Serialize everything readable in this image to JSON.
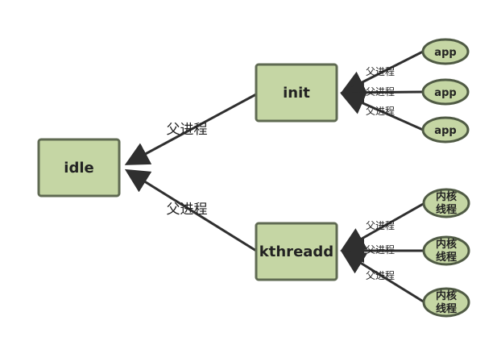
{
  "nodes": {
    "idle": "idle",
    "init": "init",
    "kthreadd": "kthreadd",
    "app": [
      "app",
      "app",
      "app"
    ],
    "kernel_thread_line1": [
      "内核",
      "内核",
      "内核"
    ],
    "kernel_thread_line2": [
      "线程",
      "线程",
      "线程"
    ]
  },
  "edges": {
    "init_to_idle": "父进程",
    "kthreadd_to_idle": "父进程",
    "app_to_init": [
      "父进程",
      "父进程",
      "父进程"
    ],
    "kernel_to_kthreadd": [
      "父进程",
      "父进程",
      "父进程"
    ]
  },
  "colors": {
    "node_fill": "#c5d6a4",
    "node_border": "#5f6a52",
    "edge": "#2f2f2f"
  }
}
